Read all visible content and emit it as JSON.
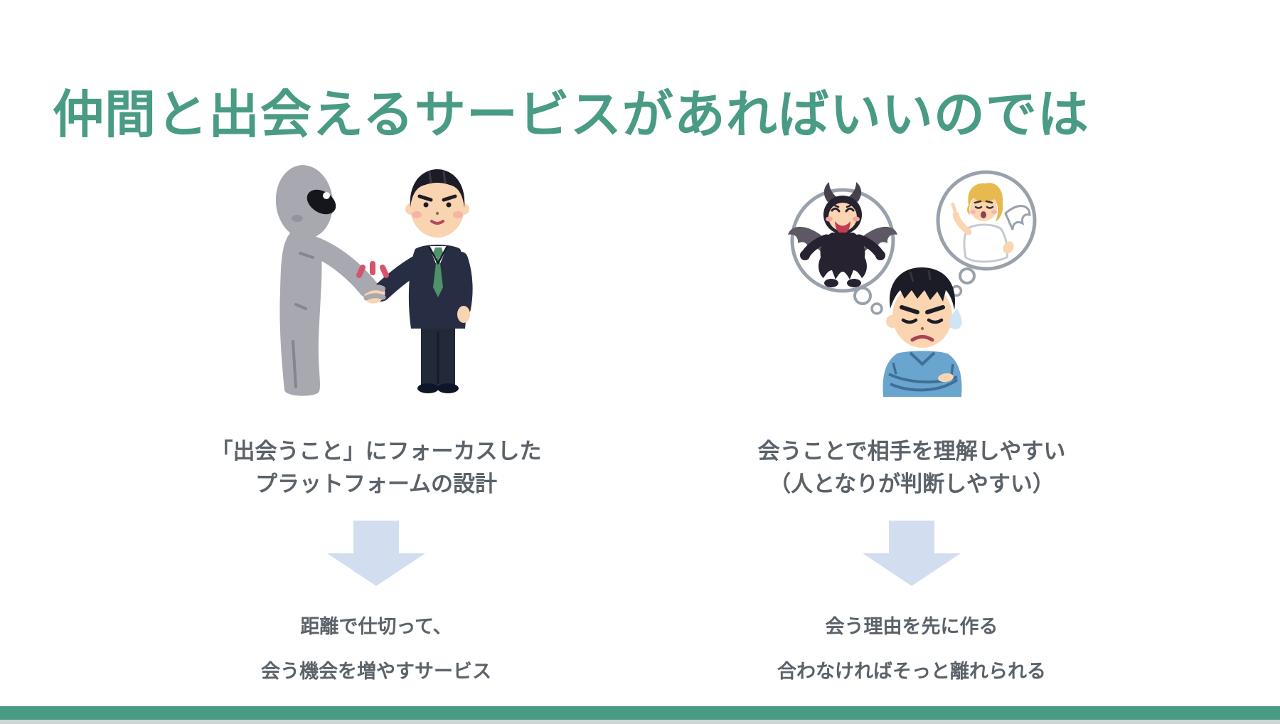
{
  "slide": {
    "title": "仲間と出会えるサービスがあればいいのでは",
    "colors": {
      "accent_green": "#4a9b85",
      "body_text": "#5b6269",
      "arrow_blue": "#d2deef",
      "footer_bar": "#4a9b85"
    },
    "columns": [
      {
        "illustration": "alien-businessman-handshake",
        "caption": {
          "line1": "「出会うこと」にフォーカスした",
          "line2": "プラットフォームの設計"
        },
        "result": {
          "line1": "距離で仕切って、",
          "line2": "会う機会を増やすサービス"
        }
      },
      {
        "illustration": "devil-angel-decision",
        "caption": {
          "line1": "会うことで相手を理解しやすい",
          "line2": "（人となりが判断しやすい）"
        },
        "result": {
          "line1": "会う理由を先に作る",
          "line2": "合わなければそっと離れられる"
        }
      }
    ]
  }
}
